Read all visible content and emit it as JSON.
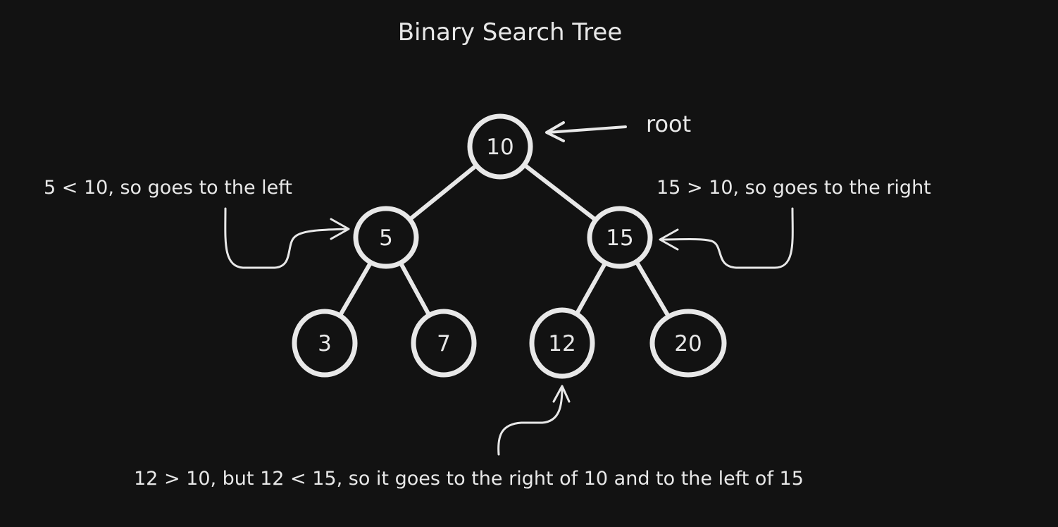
{
  "title": "Binary Search Tree",
  "nodes": [
    {
      "id": "n10",
      "value": "10"
    },
    {
      "id": "n5",
      "value": "5"
    },
    {
      "id": "n15",
      "value": "15"
    },
    {
      "id": "n3",
      "value": "3"
    },
    {
      "id": "n7",
      "value": "7"
    },
    {
      "id": "n12",
      "value": "12"
    },
    {
      "id": "n20",
      "value": "20"
    }
  ],
  "edges": [
    {
      "from": "n10",
      "to": "n5"
    },
    {
      "from": "n10",
      "to": "n15"
    },
    {
      "from": "n5",
      "to": "n3"
    },
    {
      "from": "n5",
      "to": "n7"
    },
    {
      "from": "n15",
      "to": "n12"
    },
    {
      "from": "n15",
      "to": "n20"
    }
  ],
  "annotations": {
    "root": "root",
    "left": "5 < 10, so goes to the left",
    "right": "15 > 10, so goes to the right",
    "bottom": "12 > 10, but 12 < 15, so it goes to the right of 10 and to the left of 15"
  },
  "colors": {
    "background": "#121212",
    "stroke": "#e8e8e8"
  }
}
